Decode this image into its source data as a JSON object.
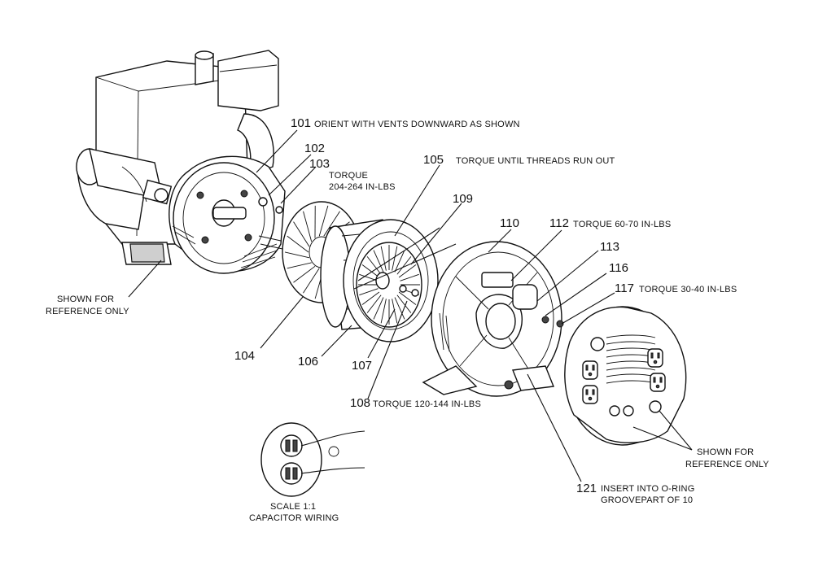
{
  "labels": {
    "n101": "101",
    "t101": "ORIENT WITH VENTS DOWNWARD AS SHOWN",
    "n102": "102",
    "n103": "103",
    "t103a": "TORQUE",
    "t103b": "204-264 IN-LBS",
    "n104": "104",
    "n105": "105",
    "t105": "TORQUE UNTIL THREADS RUN OUT",
    "n106": "106",
    "n107": "107",
    "n108": "108",
    "t108": "TORQUE 120-144 IN-LBS",
    "n109": "109",
    "n110": "110",
    "n112": "112",
    "t112": "TORQUE 60-70 IN-LBS",
    "n113": "113",
    "n116": "116",
    "n117": "117",
    "t117": "TORQUE 30-40 IN-LBS",
    "n121": "121",
    "t121a": "INSERT INTO O-RING",
    "t121b": "GROOVEPART OF 10",
    "refLeftA": "SHOWN FOR",
    "refLeftB": "REFERENCE ONLY",
    "refRightA": "SHOWN FOR",
    "refRightB": "REFERENCE ONLY",
    "scale": "SCALE 1:1",
    "capWiring": "CAPACITOR WIRING"
  }
}
